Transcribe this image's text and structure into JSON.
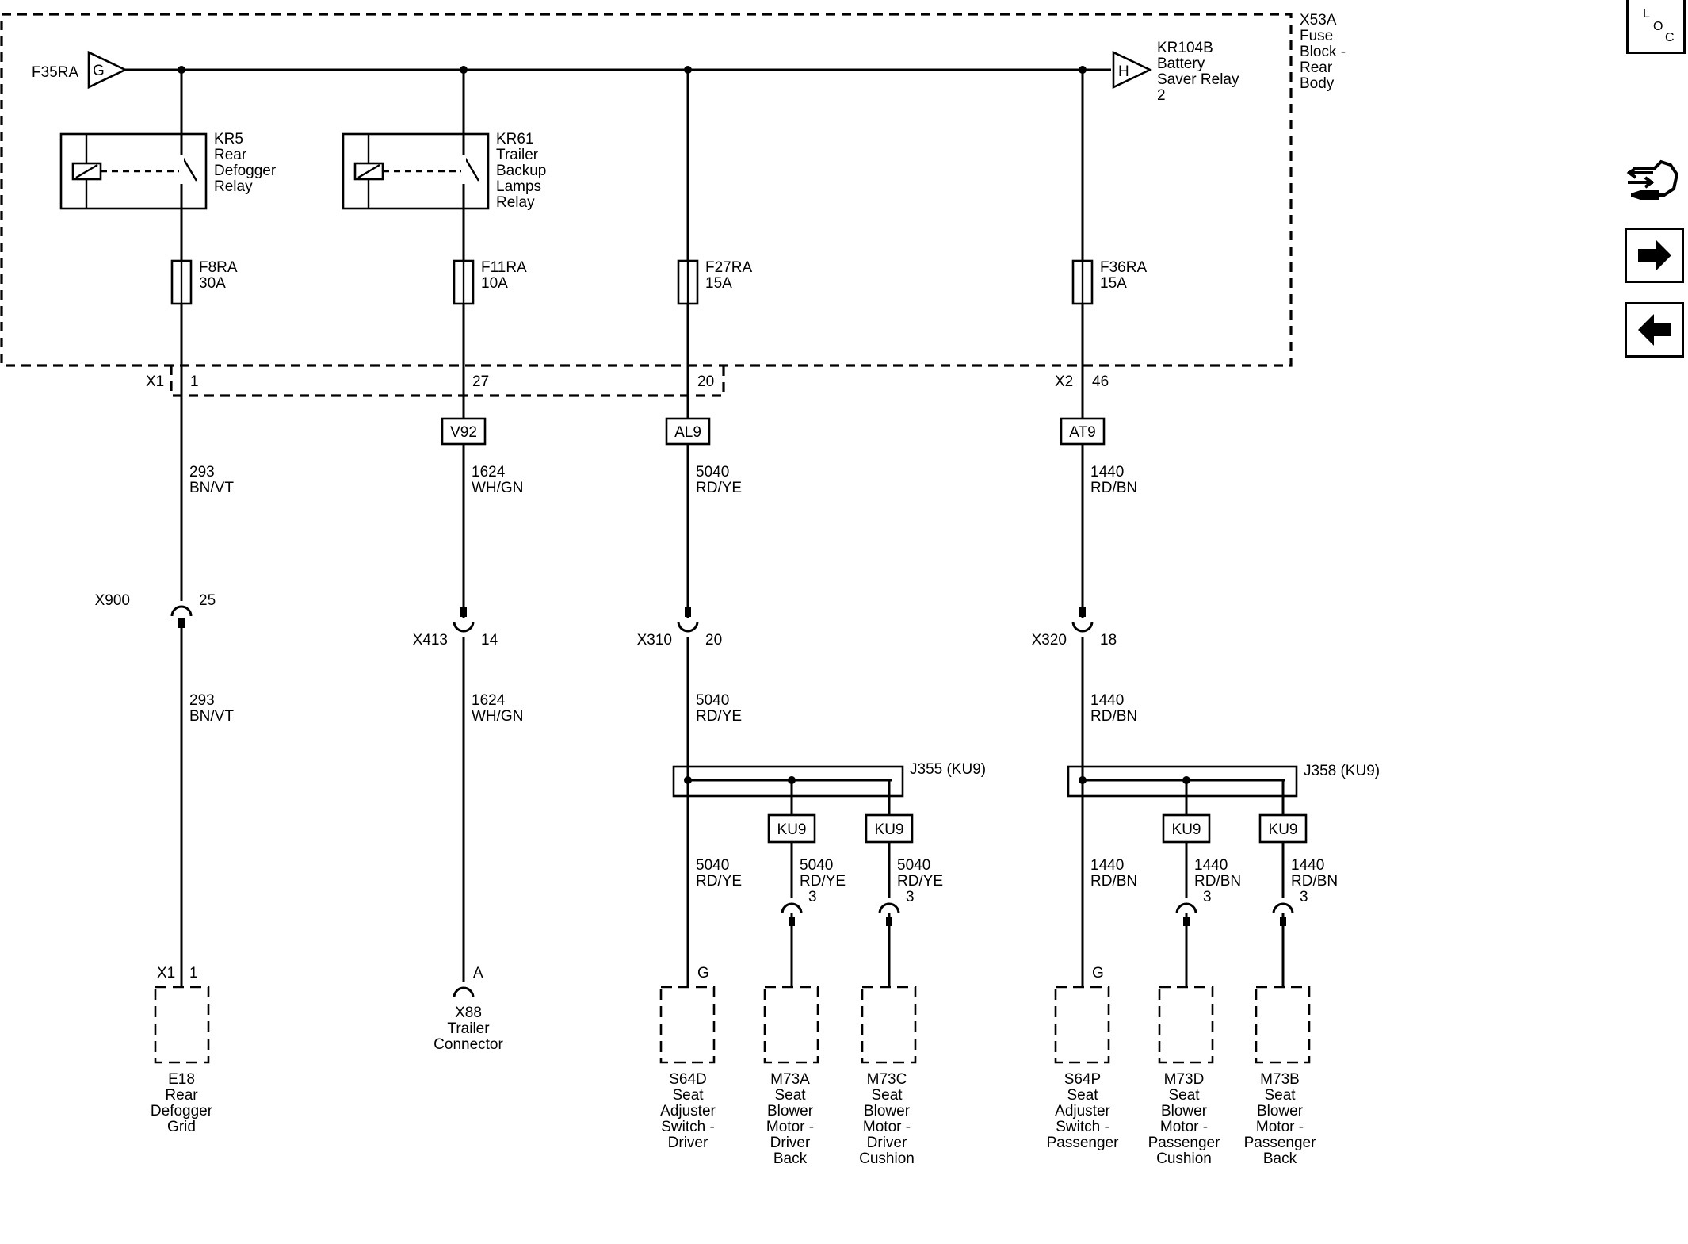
{
  "module": {
    "lines": [
      "X53A",
      "Fuse",
      "Block -",
      "Rear",
      "Body"
    ]
  },
  "feed_in": {
    "name": "F35RA",
    "pin": "G"
  },
  "feed_out": {
    "pin": "H",
    "lines": [
      "KR104B",
      "Battery",
      "Saver Relay",
      "2"
    ]
  },
  "relays": [
    {
      "lines": [
        "KR5",
        "Rear",
        "Defogger",
        "Relay"
      ]
    },
    {
      "lines": [
        "KR61",
        "Trailer",
        "Backup",
        "Lamps",
        "Relay"
      ]
    }
  ],
  "fuses": [
    {
      "name": "F8RA",
      "rating": "30A"
    },
    {
      "name": "F11RA",
      "rating": "10A"
    },
    {
      "name": "F27RA",
      "rating": "15A"
    },
    {
      "name": "F36RA",
      "rating": "15A"
    }
  ],
  "connectors_top": [
    {
      "name": "X1",
      "pin": "1"
    },
    {
      "name": "",
      "pin": "27"
    },
    {
      "name": "",
      "pin": "20"
    },
    {
      "name": "X2",
      "pin": "46"
    }
  ],
  "options": [
    "V92",
    "AL9",
    "AT9"
  ],
  "wires_upper": [
    {
      "circuit": "293",
      "color": "BN/VT"
    },
    {
      "circuit": "1624",
      "color": "WH/GN"
    },
    {
      "circuit": "5040",
      "color": "RD/YE"
    },
    {
      "circuit": "1440",
      "color": "RD/BN"
    }
  ],
  "inline_connectors": [
    {
      "name": "X900",
      "pin": "25"
    },
    {
      "name": "X413",
      "pin": "14"
    },
    {
      "name": "X310",
      "pin": "20"
    },
    {
      "name": "X320",
      "pin": "18"
    }
  ],
  "wires_lower": [
    {
      "circuit": "293",
      "color": "BN/VT"
    },
    {
      "circuit": "1624",
      "color": "WH/GN"
    },
    {
      "circuit": "5040",
      "color": "RD/YE"
    },
    {
      "circuit": "1440",
      "color": "RD/BN"
    }
  ],
  "splices": [
    {
      "label": "J355 (KU9)"
    },
    {
      "label": "J358 (KU9)"
    }
  ],
  "branch_option": "KU9",
  "branch_wires": [
    {
      "circuit": "5040",
      "color": "RD/YE",
      "pin": ""
    },
    {
      "circuit": "5040",
      "color": "RD/YE",
      "pin": "3"
    },
    {
      "circuit": "5040",
      "color": "RD/YE",
      "pin": "3"
    },
    {
      "circuit": "1440",
      "color": "RD/BN",
      "pin": ""
    },
    {
      "circuit": "1440",
      "color": "RD/BN",
      "pin": "3"
    },
    {
      "circuit": "1440",
      "color": "RD/BN",
      "pin": "3"
    }
  ],
  "component_pins": [
    {
      "connector": "X1",
      "pin": "1"
    },
    {
      "connector": "",
      "pin": "A"
    },
    {
      "connector": "",
      "pin": "G"
    },
    {
      "connector": "",
      "pin": "G"
    }
  ],
  "components": [
    {
      "lines": [
        "E18",
        "Rear",
        "Defogger",
        "Grid"
      ]
    },
    {
      "lines": [
        "X88",
        "Trailer",
        "Connector"
      ]
    },
    {
      "lines": [
        "S64D",
        "Seat",
        "Adjuster",
        "Switch -",
        "Driver"
      ]
    },
    {
      "lines": [
        "M73A",
        "Seat",
        "Blower",
        "Motor -",
        "Driver",
        "Back"
      ]
    },
    {
      "lines": [
        "M73C",
        "Seat",
        "Blower",
        "Motor -",
        "Driver",
        "Cushion"
      ]
    },
    {
      "lines": [
        "S64P",
        "Seat",
        "Adjuster",
        "Switch -",
        "Passenger"
      ]
    },
    {
      "lines": [
        "M73D",
        "Seat",
        "Blower",
        "Motor -",
        "Passenger",
        "Cushion"
      ]
    },
    {
      "lines": [
        "M73B",
        "Seat",
        "Blower",
        "Motor -",
        "Passenger",
        "Back"
      ]
    }
  ],
  "side_panel": {
    "loc": {
      "l": "L",
      "o": "O",
      "c": "C"
    },
    "icons": [
      "connector-tool-icon",
      "arrow-right-icon",
      "arrow-left-icon"
    ]
  }
}
